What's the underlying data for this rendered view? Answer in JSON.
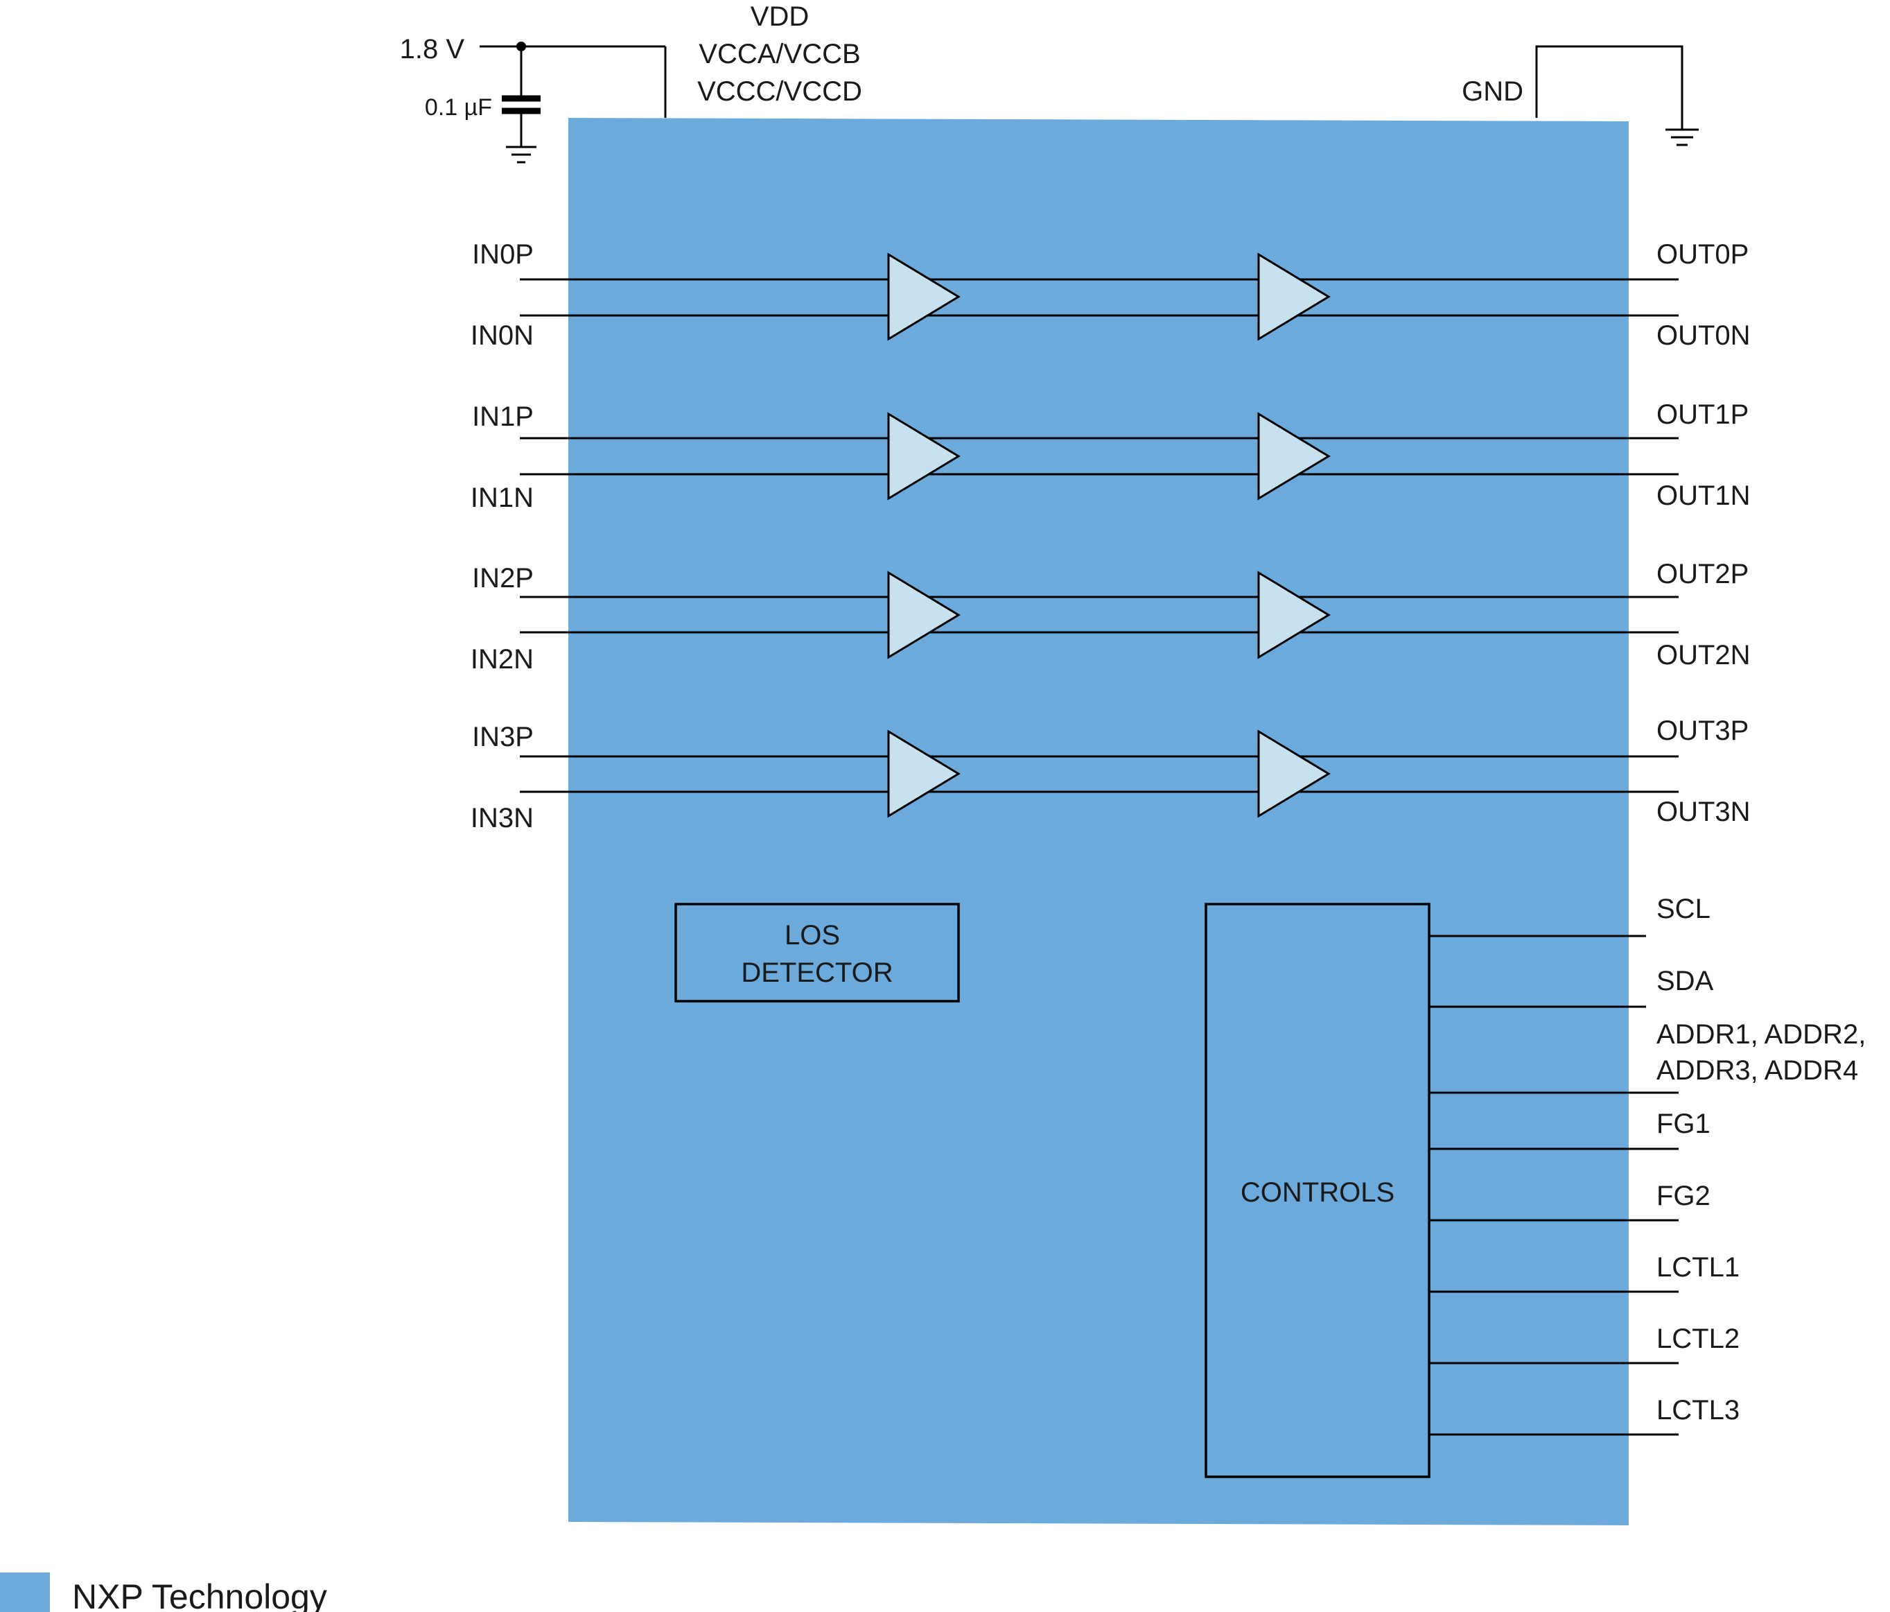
{
  "colors": {
    "chip_fill": "#6daadc",
    "buffer_fill": "#c8e1ef",
    "wire": "#000000",
    "legend": "#6daadc"
  },
  "power": {
    "supply_voltage": "1.8 V",
    "capacitor": "0.1 µF",
    "vdd_lines": [
      "VDD",
      "VCCA/VCCB",
      "VCCC/VCCD"
    ],
    "gnd": "GND"
  },
  "channels": [
    {
      "in_p": "IN0P",
      "in_n": "IN0N",
      "out_p": "OUT0P",
      "out_n": "OUT0N"
    },
    {
      "in_p": "IN1P",
      "in_n": "IN1N",
      "out_p": "OUT1P",
      "out_n": "OUT1N"
    },
    {
      "in_p": "IN2P",
      "in_n": "IN2N",
      "out_p": "OUT2P",
      "out_n": "OUT2N"
    },
    {
      "in_p": "IN3P",
      "in_n": "IN3N",
      "out_p": "OUT3P",
      "out_n": "OUT3N"
    }
  ],
  "blocks": {
    "los_detector": [
      "LOS",
      "DETECTOR"
    ],
    "controls": "CONTROLS"
  },
  "control_pins": {
    "scl": "SCL",
    "sda": "SDA",
    "addr_line1": "ADDR1, ADDR2,",
    "addr_line2": "ADDR3, ADDR4",
    "fg1": "FG1",
    "fg2": "FG2",
    "lctl1": "LCTL1",
    "lctl2": "LCTL2",
    "lctl3": "LCTL3"
  },
  "legend": {
    "label": "NXP Technology"
  }
}
